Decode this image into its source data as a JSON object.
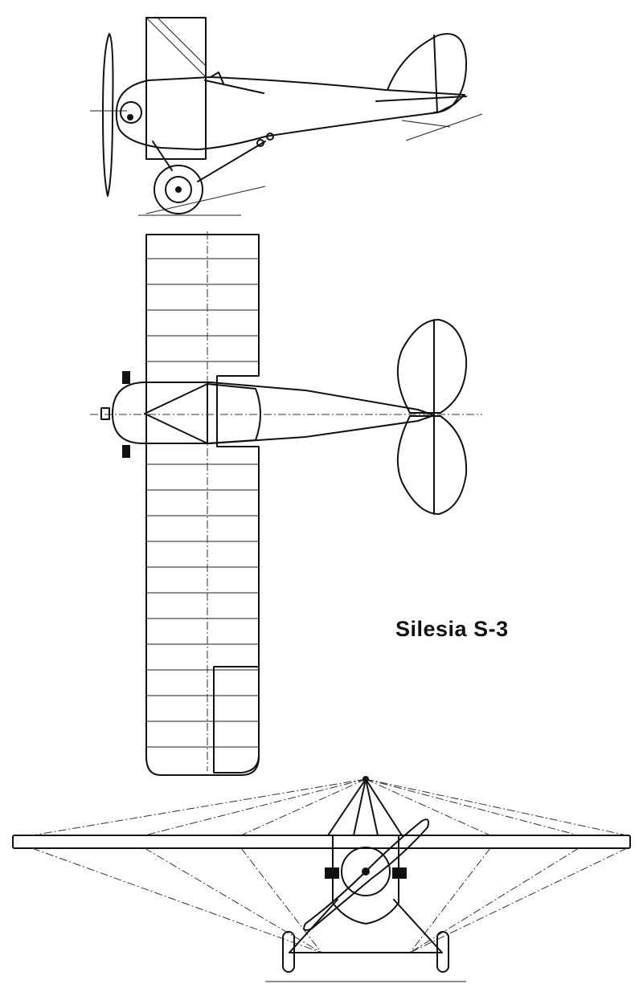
{
  "drawing": {
    "title": "Silesia S-3",
    "views": [
      "side-view",
      "top-view",
      "front-view"
    ],
    "ink_color": "#111111",
    "background_color": "#ffffff"
  }
}
